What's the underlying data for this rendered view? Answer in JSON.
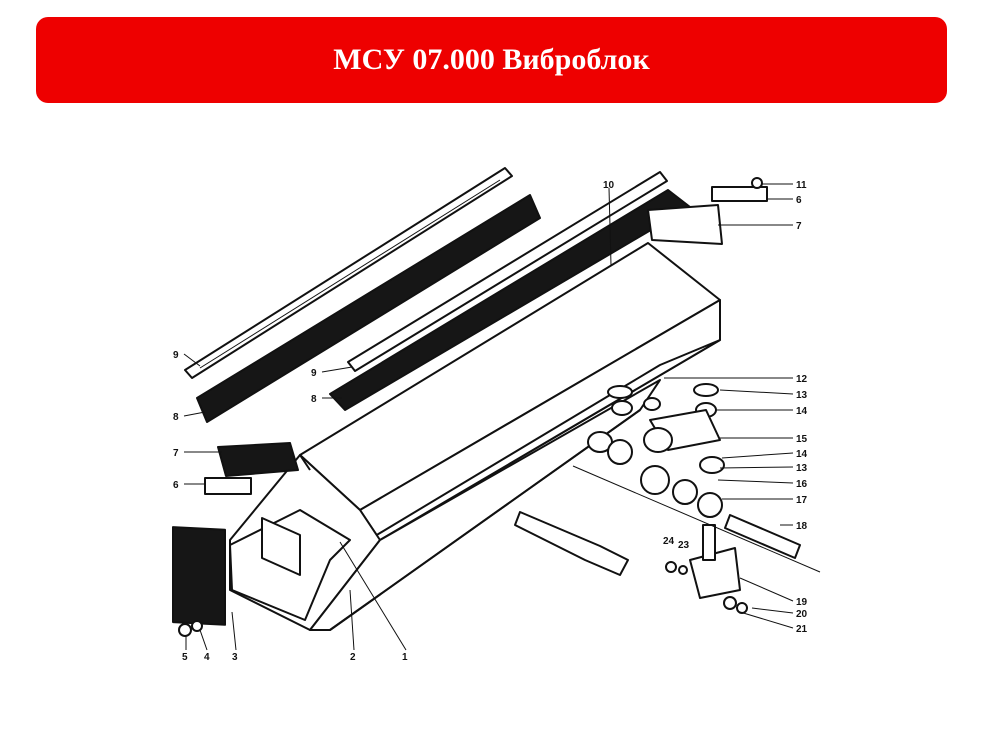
{
  "header": {
    "title": "МСУ 07.000 Виброблок",
    "background_color": "#ee0000",
    "text_color": "#ffffff"
  },
  "diagram": {
    "callouts": [
      {
        "id": "c1",
        "label": "1"
      },
      {
        "id": "c2",
        "label": "2"
      },
      {
        "id": "c3",
        "label": "3"
      },
      {
        "id": "c4",
        "label": "4"
      },
      {
        "id": "c5",
        "label": "5"
      },
      {
        "id": "c6a",
        "label": "6"
      },
      {
        "id": "c6b",
        "label": "6"
      },
      {
        "id": "c7a",
        "label": "7"
      },
      {
        "id": "c7b",
        "label": "7"
      },
      {
        "id": "c8a",
        "label": "8"
      },
      {
        "id": "c8b",
        "label": "8"
      },
      {
        "id": "c9a",
        "label": "9"
      },
      {
        "id": "c9b",
        "label": "9"
      },
      {
        "id": "c10",
        "label": "10"
      },
      {
        "id": "c11",
        "label": "11"
      },
      {
        "id": "c12",
        "label": "12"
      },
      {
        "id": "c13a",
        "label": "13"
      },
      {
        "id": "c13b",
        "label": "13"
      },
      {
        "id": "c14a",
        "label": "14"
      },
      {
        "id": "c14b",
        "label": "14"
      },
      {
        "id": "c15",
        "label": "15"
      },
      {
        "id": "c16",
        "label": "16"
      },
      {
        "id": "c17",
        "label": "17"
      },
      {
        "id": "c18",
        "label": "18"
      },
      {
        "id": "c19",
        "label": "19"
      },
      {
        "id": "c20",
        "label": "20"
      },
      {
        "id": "c21",
        "label": "21"
      },
      {
        "id": "c23",
        "label": "23"
      },
      {
        "id": "c24",
        "label": "24"
      }
    ]
  }
}
